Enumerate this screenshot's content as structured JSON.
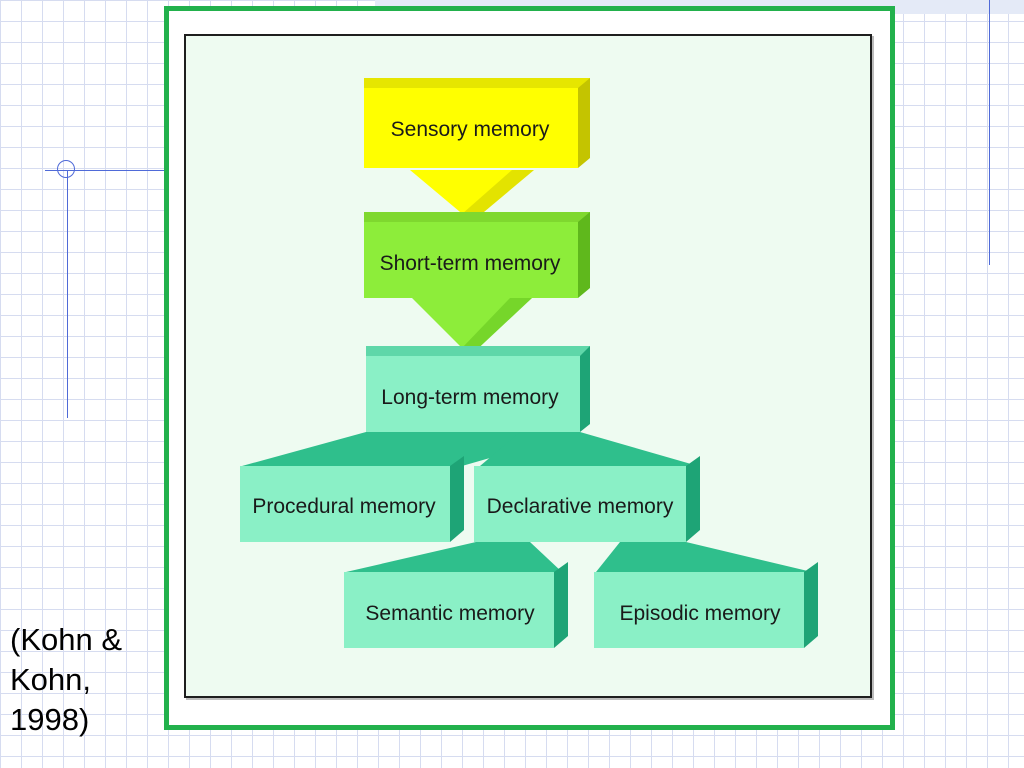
{
  "citation": "(Kohn &\nKohn,\n1998)",
  "diagram": {
    "nodes": [
      {
        "id": "sensory",
        "label": "Sensory memory"
      },
      {
        "id": "short_term",
        "label": "Short-term memory"
      },
      {
        "id": "long_term",
        "label": "Long-term memory"
      },
      {
        "id": "procedural",
        "label": "Procedural memory"
      },
      {
        "id": "declarative",
        "label": "Declarative memory"
      },
      {
        "id": "semantic",
        "label": "Semantic memory"
      },
      {
        "id": "episodic",
        "label": "Episodic memory"
      }
    ],
    "edges": [
      {
        "from": "sensory",
        "to": "short_term"
      },
      {
        "from": "short_term",
        "to": "long_term"
      },
      {
        "from": "long_term",
        "to": "procedural"
      },
      {
        "from": "long_term",
        "to": "declarative"
      },
      {
        "from": "declarative",
        "to": "semantic"
      },
      {
        "from": "declarative",
        "to": "episodic"
      }
    ]
  },
  "colors": {
    "sensory": "#ffff00",
    "short_term": "#8ded3a",
    "memory_box": "#8af0c6",
    "frame_border": "#22b14c",
    "accent_line": "#4f6ad8"
  }
}
